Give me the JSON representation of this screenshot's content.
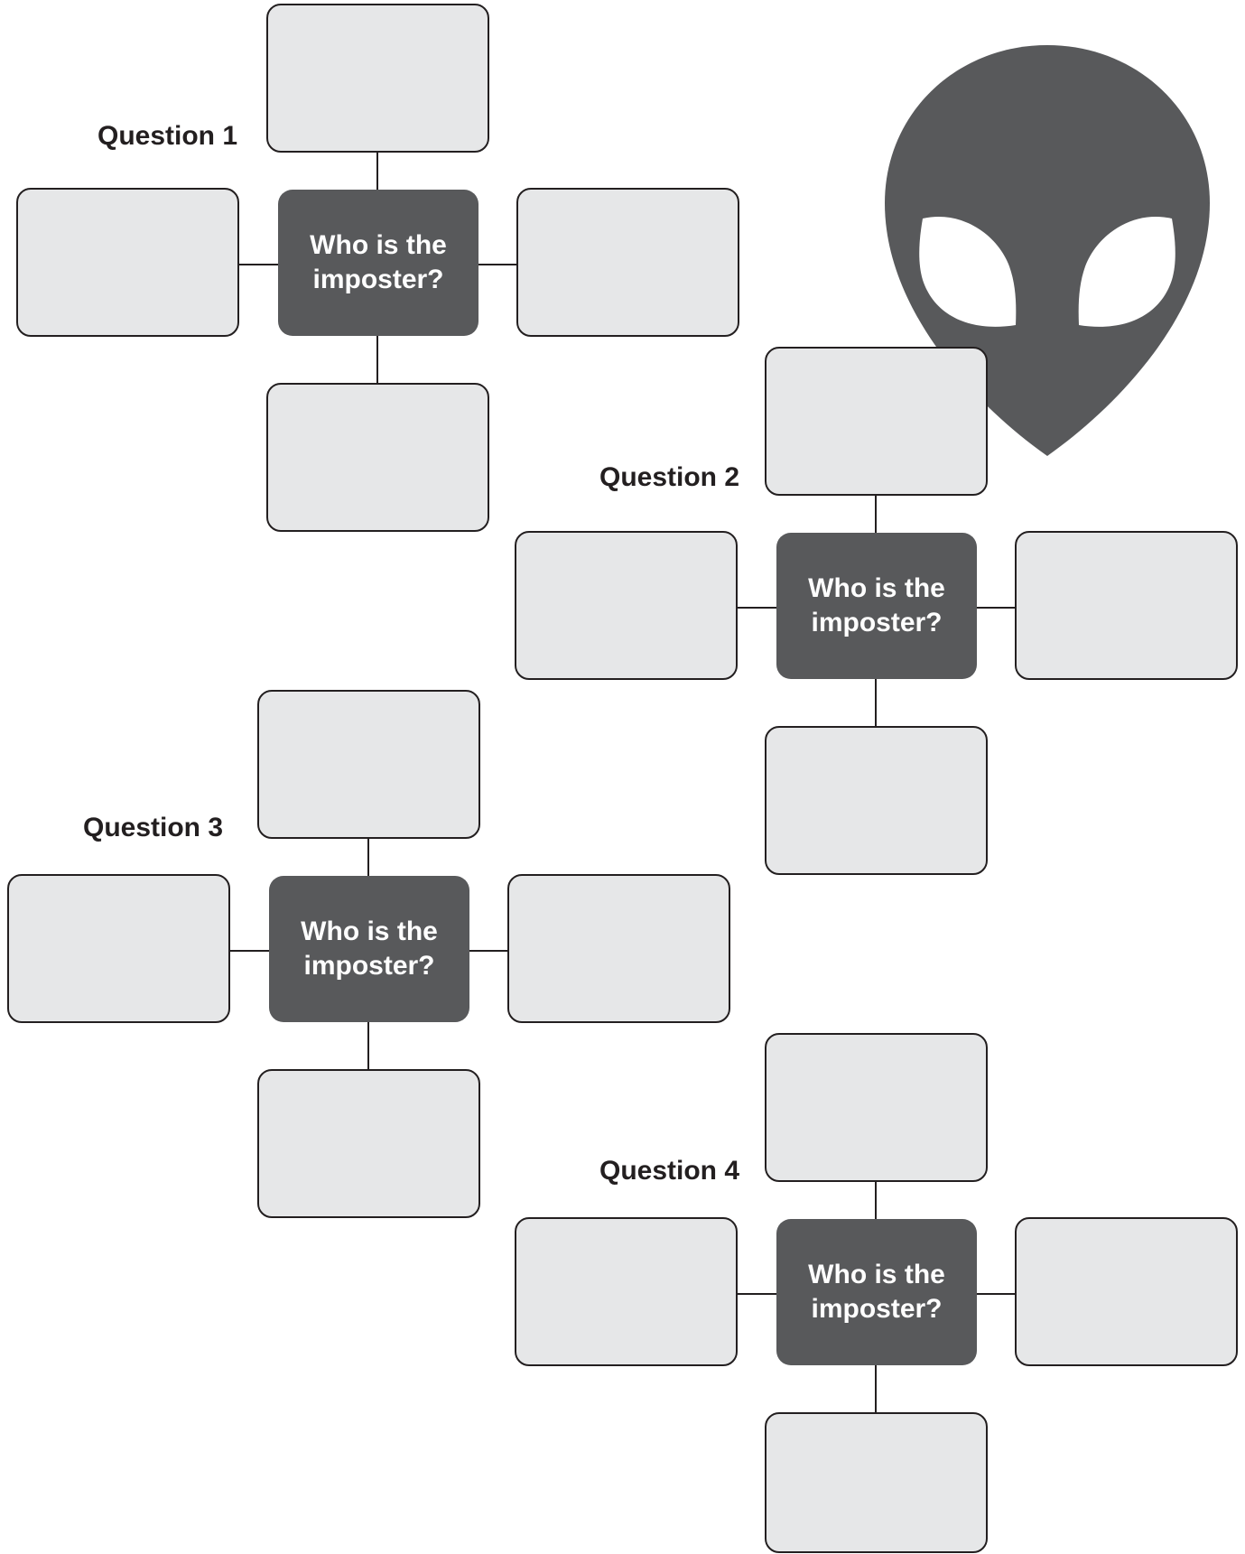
{
  "colors": {
    "box_fill": "#e6e7e8",
    "box_stroke": "#231f20",
    "center_fill": "#58595b",
    "center_text": "#ffffff",
    "alien": "#58595b"
  },
  "icons": {
    "alien": "alien-head-icon"
  },
  "questions": [
    {
      "label": "Question 1",
      "center_line1": "Who is the",
      "center_line2": "imposter?"
    },
    {
      "label": "Question 2",
      "center_line1": "Who is the",
      "center_line2": "imposter?"
    },
    {
      "label": "Question 3",
      "center_line1": "Who is the",
      "center_line2": "imposter?"
    },
    {
      "label": "Question 4",
      "center_line1": "Who is the",
      "center_line2": "imposter?"
    }
  ]
}
